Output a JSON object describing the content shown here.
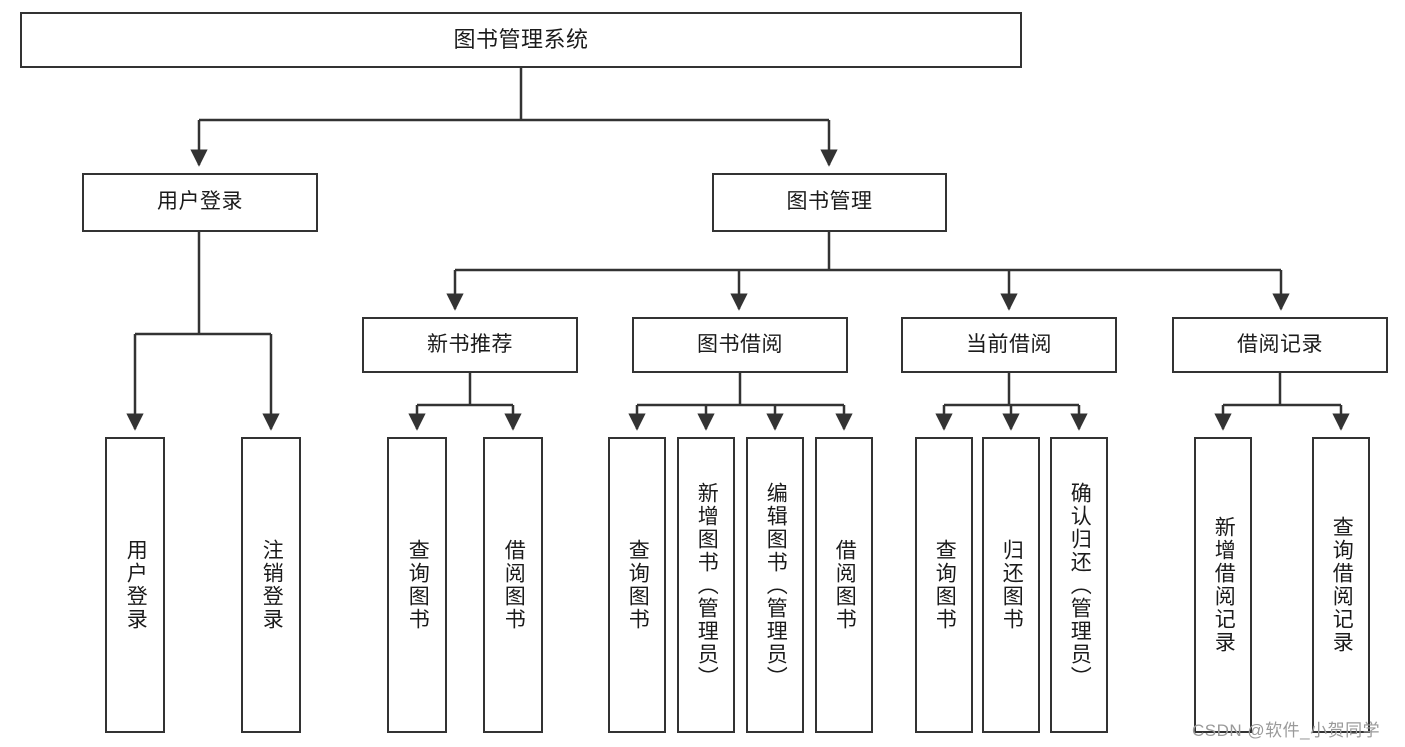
{
  "diagram": {
    "title": "图书管理系统",
    "type": "hierarchy-tree",
    "stroke_color": "#333333",
    "fill_color": "#ffffff",
    "text_color": "#1b1b1b"
  },
  "nodes": {
    "root": {
      "label": "图书管理系统"
    },
    "level1": [
      {
        "label": "用户登录"
      },
      {
        "label": "图书管理"
      }
    ],
    "level2": [
      {
        "label": "新书推荐"
      },
      {
        "label": "图书借阅"
      },
      {
        "label": "当前借阅"
      },
      {
        "label": "借阅记录"
      }
    ],
    "leaves": {
      "user_login": [
        {
          "label": "用户登录"
        },
        {
          "label": "注销登录"
        }
      ],
      "new_book_recommend": [
        {
          "label": "查询图书"
        },
        {
          "label": "借阅图书"
        }
      ],
      "book_borrow": [
        {
          "label": "查询图书"
        },
        {
          "label": "新增图书（管理员）"
        },
        {
          "label": "编辑图书（管理员）"
        },
        {
          "label": "借阅图书"
        }
      ],
      "current_borrow": [
        {
          "label": "查询图书"
        },
        {
          "label": "归还图书"
        },
        {
          "label": "确认归还（管理员）"
        }
      ],
      "borrow_record": [
        {
          "label": "新增借阅记录"
        },
        {
          "label": "查询借阅记录"
        }
      ]
    }
  },
  "watermark": {
    "text": "CSDN @软件_小贺同学"
  }
}
